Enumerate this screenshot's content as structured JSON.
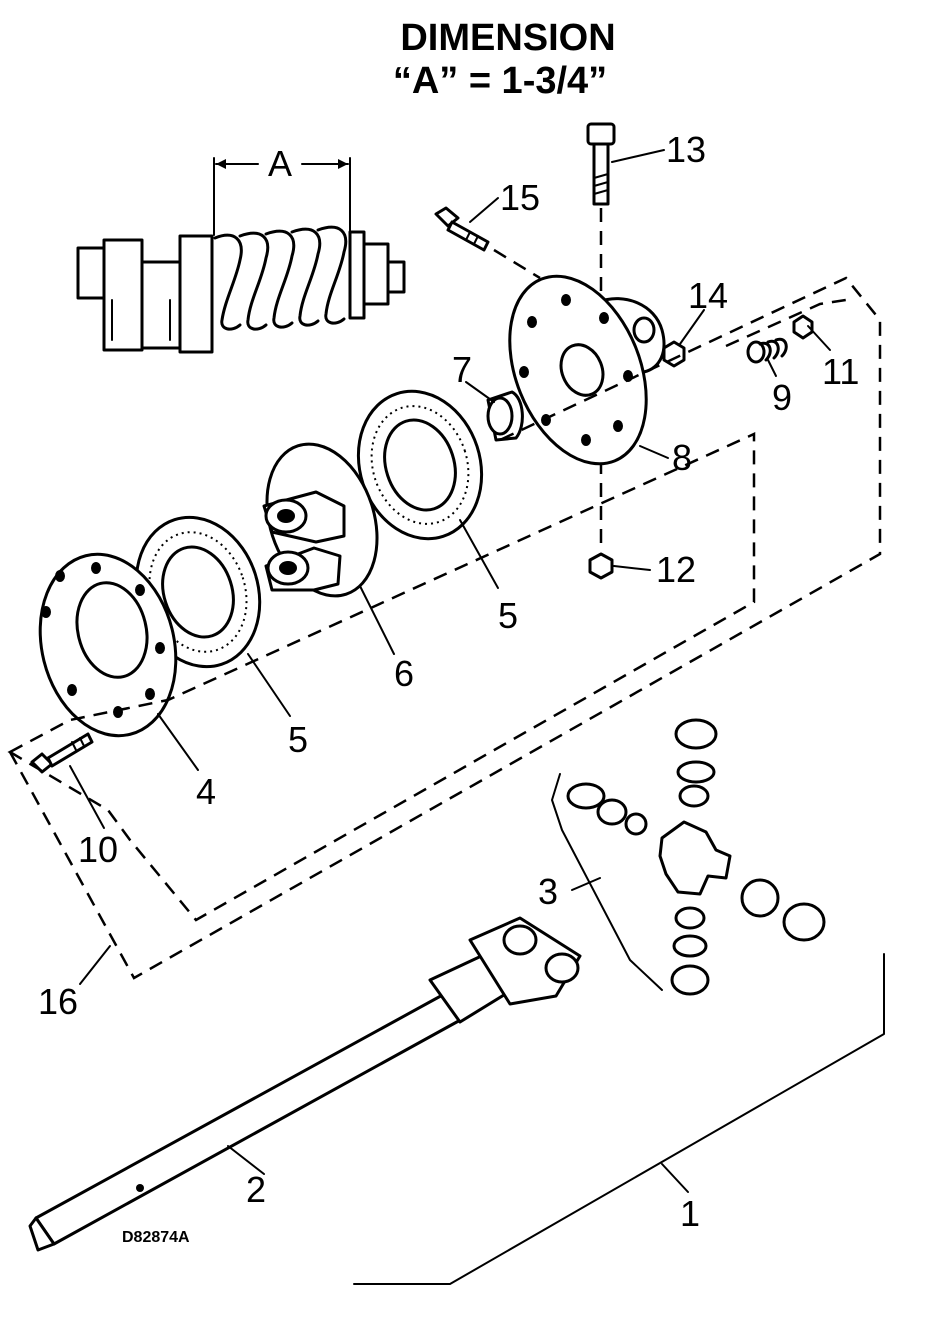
{
  "title": {
    "line1": "DIMENSION",
    "line2": "“A” = 1-3/4”"
  },
  "dimension_label": "A",
  "drawing_code": "D82874A",
  "callouts": {
    "c1": "1",
    "c2": "2",
    "c3": "3",
    "c4": "4",
    "c5a": "5",
    "c5b": "5",
    "c6": "6",
    "c7": "7",
    "c8": "8",
    "c9": "9",
    "c10": "10",
    "c11": "11",
    "c12": "12",
    "c13": "13",
    "c14": "14",
    "c15": "15",
    "c16": "16"
  }
}
